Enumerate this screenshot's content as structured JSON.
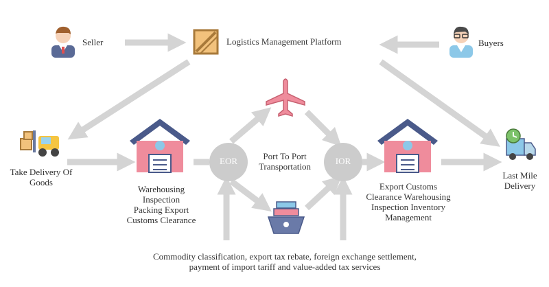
{
  "nodes": {
    "seller": "Seller",
    "platform": "Logistics Management Platform",
    "buyers": "Buyers",
    "take_delivery": [
      "Take Delivery Of",
      "Goods"
    ],
    "warehouse_left": [
      "Warehousing",
      "Inspection",
      "Packing Export",
      "Customs Clearance"
    ],
    "eor": "EOR",
    "port_to_port": [
      "Port To Port",
      "Transportation"
    ],
    "ior": "IOR",
    "warehouse_right": [
      "Export Customs",
      "Clearance Warehousing",
      "Inspection Inventory",
      "Management"
    ],
    "last_mile": [
      "Last Mile",
      "Delivery"
    ]
  },
  "services": [
    "Commodity classification, export tax rebate, foreign exchange settlement,",
    "payment of import tariff and value-added tax services"
  ],
  "colors": {
    "arrow": "#d4d4d4",
    "circle": "#cccccc",
    "house_roof": "#4a5a8a",
    "house_wall": "#ef8c9c",
    "box": "#f2c27c"
  }
}
